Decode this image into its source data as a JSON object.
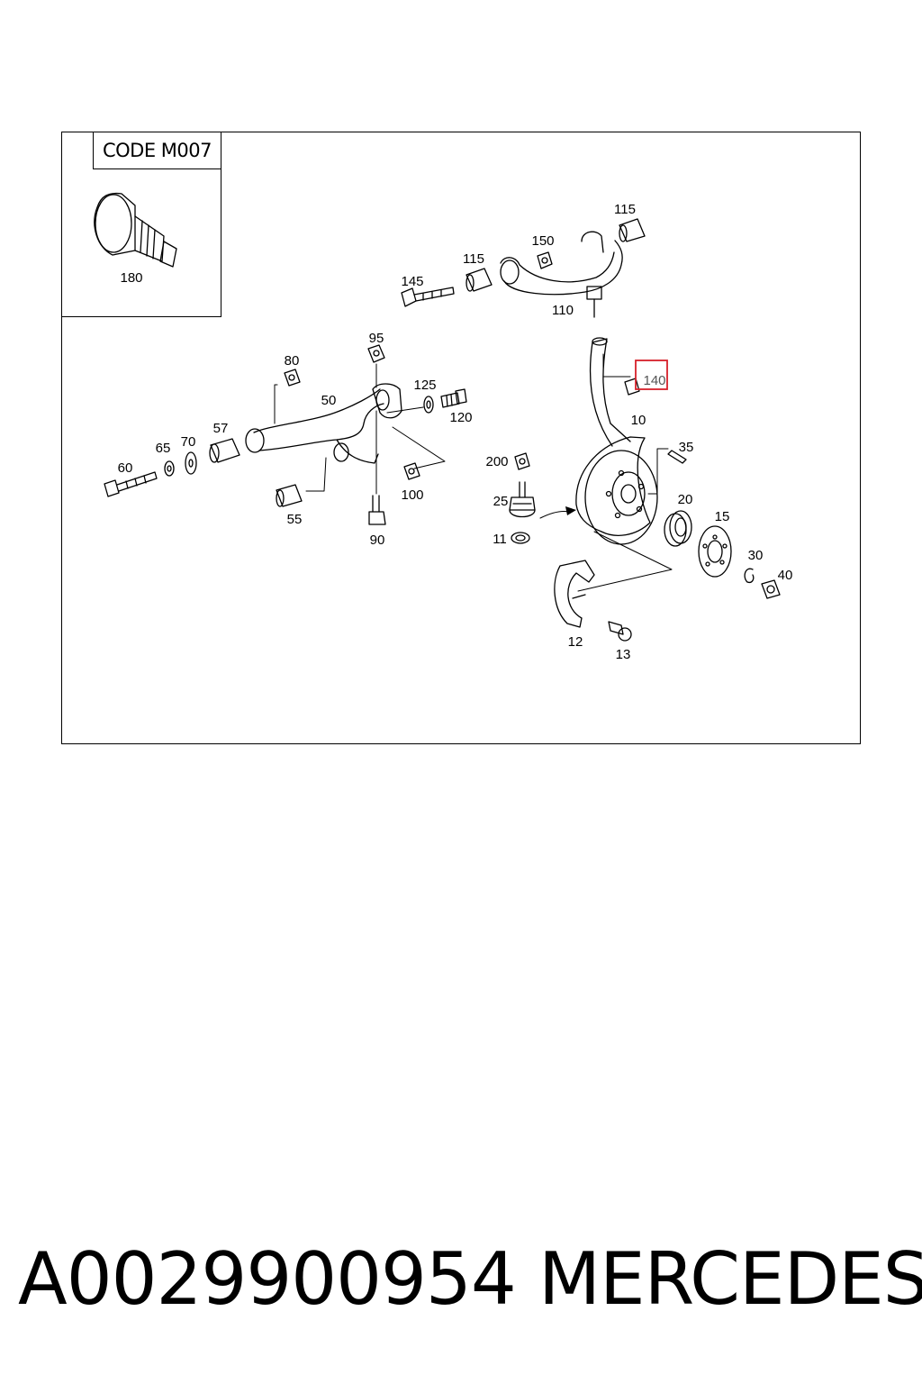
{
  "code_box": {
    "label": "CODE M007"
  },
  "callouts": {
    "c180": "180",
    "c115a": "115",
    "c115b": "115",
    "c150": "150",
    "c145": "145",
    "c110": "110",
    "c95": "95",
    "c80": "80",
    "c50": "50",
    "c125": "125",
    "c120": "120",
    "c57": "57",
    "c65": "65",
    "c70": "70",
    "c60": "60",
    "c55": "55",
    "c100": "100",
    "c90": "90",
    "c140": "140",
    "c10": "10",
    "c35": "35",
    "c200": "200",
    "c25": "25",
    "c11": "11",
    "c20": "20",
    "c15": "15",
    "c30": "30",
    "c40": "40",
    "c12": "12",
    "c13": "13"
  },
  "highlight": {
    "part": "140",
    "color": "#d6202a"
  },
  "footer": {
    "part_number": "A0029900954",
    "brand": "MERCEDES"
  }
}
